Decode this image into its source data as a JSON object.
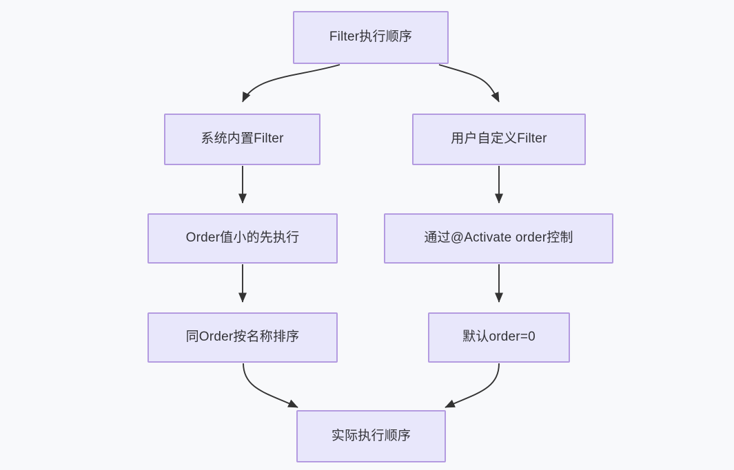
{
  "diagram": {
    "type": "flowchart",
    "direction": "top-down",
    "background_color": "#f8f9fb",
    "node_fill_color": "#e8e7fb",
    "node_border_color": "#b39ae0",
    "node_text_color": "#333338",
    "edge_color": "#333333",
    "nodes": [
      {
        "id": "root",
        "label": "Filter执行顺序"
      },
      {
        "id": "builtin",
        "label": "系统内置Filter"
      },
      {
        "id": "custom",
        "label": "用户自定义Filter"
      },
      {
        "id": "order_asc",
        "label": "Order值小的先执行"
      },
      {
        "id": "activate",
        "label": "通过@Activate order控制"
      },
      {
        "id": "name_sort",
        "label": "同Order按名称排序"
      },
      {
        "id": "default",
        "label": "默认order=0"
      },
      {
        "id": "actual",
        "label": "实际执行顺序"
      }
    ],
    "edges": [
      {
        "from": "root",
        "to": "builtin",
        "style": "curved",
        "label": ""
      },
      {
        "from": "root",
        "to": "custom",
        "style": "curved",
        "label": ""
      },
      {
        "from": "builtin",
        "to": "order_asc",
        "style": "straight",
        "label": ""
      },
      {
        "from": "custom",
        "to": "activate",
        "style": "straight",
        "label": ""
      },
      {
        "from": "order_asc",
        "to": "name_sort",
        "style": "straight",
        "label": ""
      },
      {
        "from": "activate",
        "to": "default",
        "style": "straight",
        "label": ""
      },
      {
        "from": "name_sort",
        "to": "actual",
        "style": "curved",
        "label": ""
      },
      {
        "from": "default",
        "to": "actual",
        "style": "curved",
        "label": ""
      }
    ]
  }
}
